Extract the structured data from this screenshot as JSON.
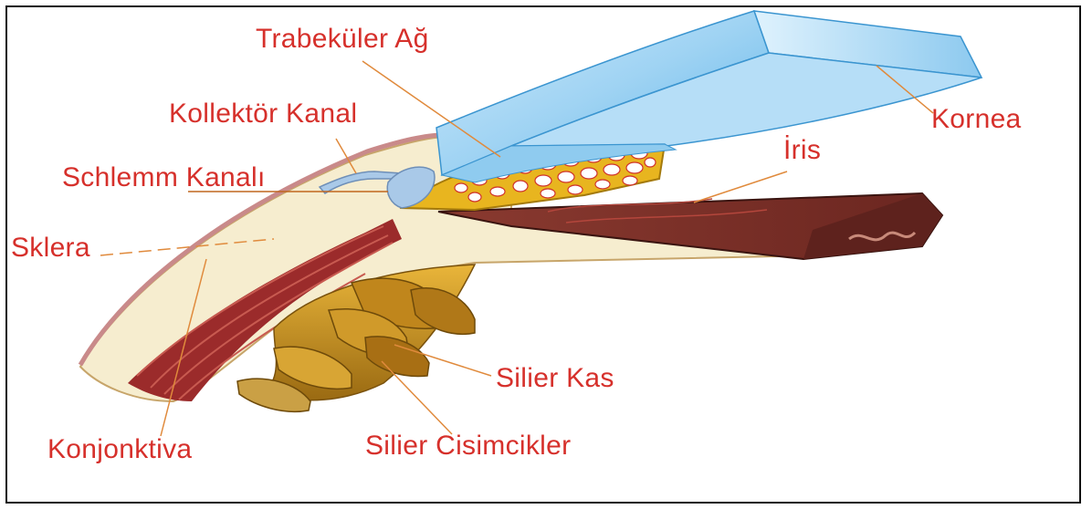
{
  "labels": {
    "trabekuler_ag": "Trabeküler Ağ",
    "kollektor_kanal": "Kollektör Kanal",
    "schlemm_kanali": "Schlemm Kanalı",
    "sklera": "Sklera",
    "kornea": "Kornea",
    "iris": "İris",
    "silier_kas": "Silier Kas",
    "silier_cisimcikler": "Silier Cisimcikler",
    "konjonktiva": "Konjonktiva"
  },
  "colors": {
    "label_text": "#d6302b",
    "leader_line": "#e08a3c",
    "cornea": "#9fd3f3",
    "sclera": "#f6edcf",
    "iris": "#7a2f2a",
    "muscle": "#9b2b2b",
    "trabecular": "#e8b51f",
    "ciliary_body": "#c9921f",
    "schlemm_canal": "#a9c9e8",
    "frame": "#111111"
  }
}
